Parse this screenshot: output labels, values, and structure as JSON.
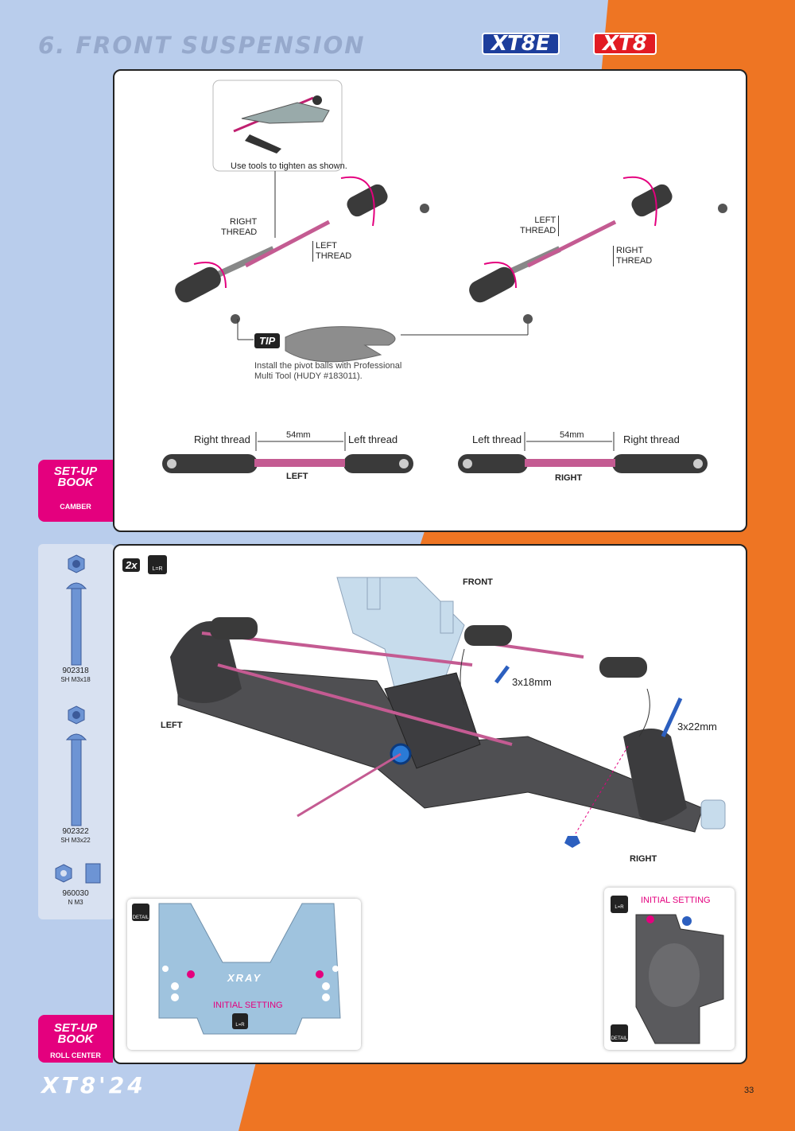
{
  "header": {
    "title": "6. FRONT SUSPENSION",
    "badge_xt8e": "XT8E",
    "badge_xt8": "XT8"
  },
  "colors": {
    "blue_bg": "#b9cdec",
    "orange_bg": "#ee7523",
    "magenta": "#e4007e"
  },
  "step1": {
    "tools_caption": "Use tools to tighten as shown.",
    "left_link": {
      "top_label": "RIGHT\nTHREAD",
      "bottom_label": "LEFT\nTHREAD"
    },
    "right_link": {
      "top_label": "LEFT\nTHREAD",
      "bottom_label": "RIGHT\nTHREAD"
    },
    "tip_label": "TIP",
    "tip_text": "Install the pivot balls with Professional\nMulti Tool (HUDY #183011).",
    "measure_left": {
      "left": "Right thread",
      "dim": "54mm",
      "right": "Left thread",
      "side": "LEFT"
    },
    "measure_right": {
      "left": "Left thread",
      "dim": "54mm",
      "right": "Right thread",
      "side": "RIGHT"
    }
  },
  "setup_book_1": {
    "title": "SET-UP\nBOOK",
    "sub": "CAMBER"
  },
  "setup_book_2": {
    "title": "SET-UP\nBOOK",
    "sub": "ROLL CENTER"
  },
  "parts": [
    {
      "code": "902318",
      "desc": "SH M3x18"
    },
    {
      "code": "902322",
      "desc": "SH M3x22"
    },
    {
      "code": "960030",
      "desc": "N M3"
    }
  ],
  "step2": {
    "qty": "2x",
    "lr": "L=R",
    "front": "FRONT",
    "left": "LEFT",
    "right": "RIGHT",
    "screw1": "3x18mm",
    "screw2": "3x22mm"
  },
  "detail_left": {
    "tag": "DETAIL",
    "brand": "XRAY",
    "initial": "INITIAL SETTING",
    "lr": "L=R"
  },
  "detail_right": {
    "tag": "DETAIL",
    "initial": "INITIAL SETTING",
    "lr": "L=R"
  },
  "footer": {
    "logo": "XT8'24",
    "page": "33"
  }
}
